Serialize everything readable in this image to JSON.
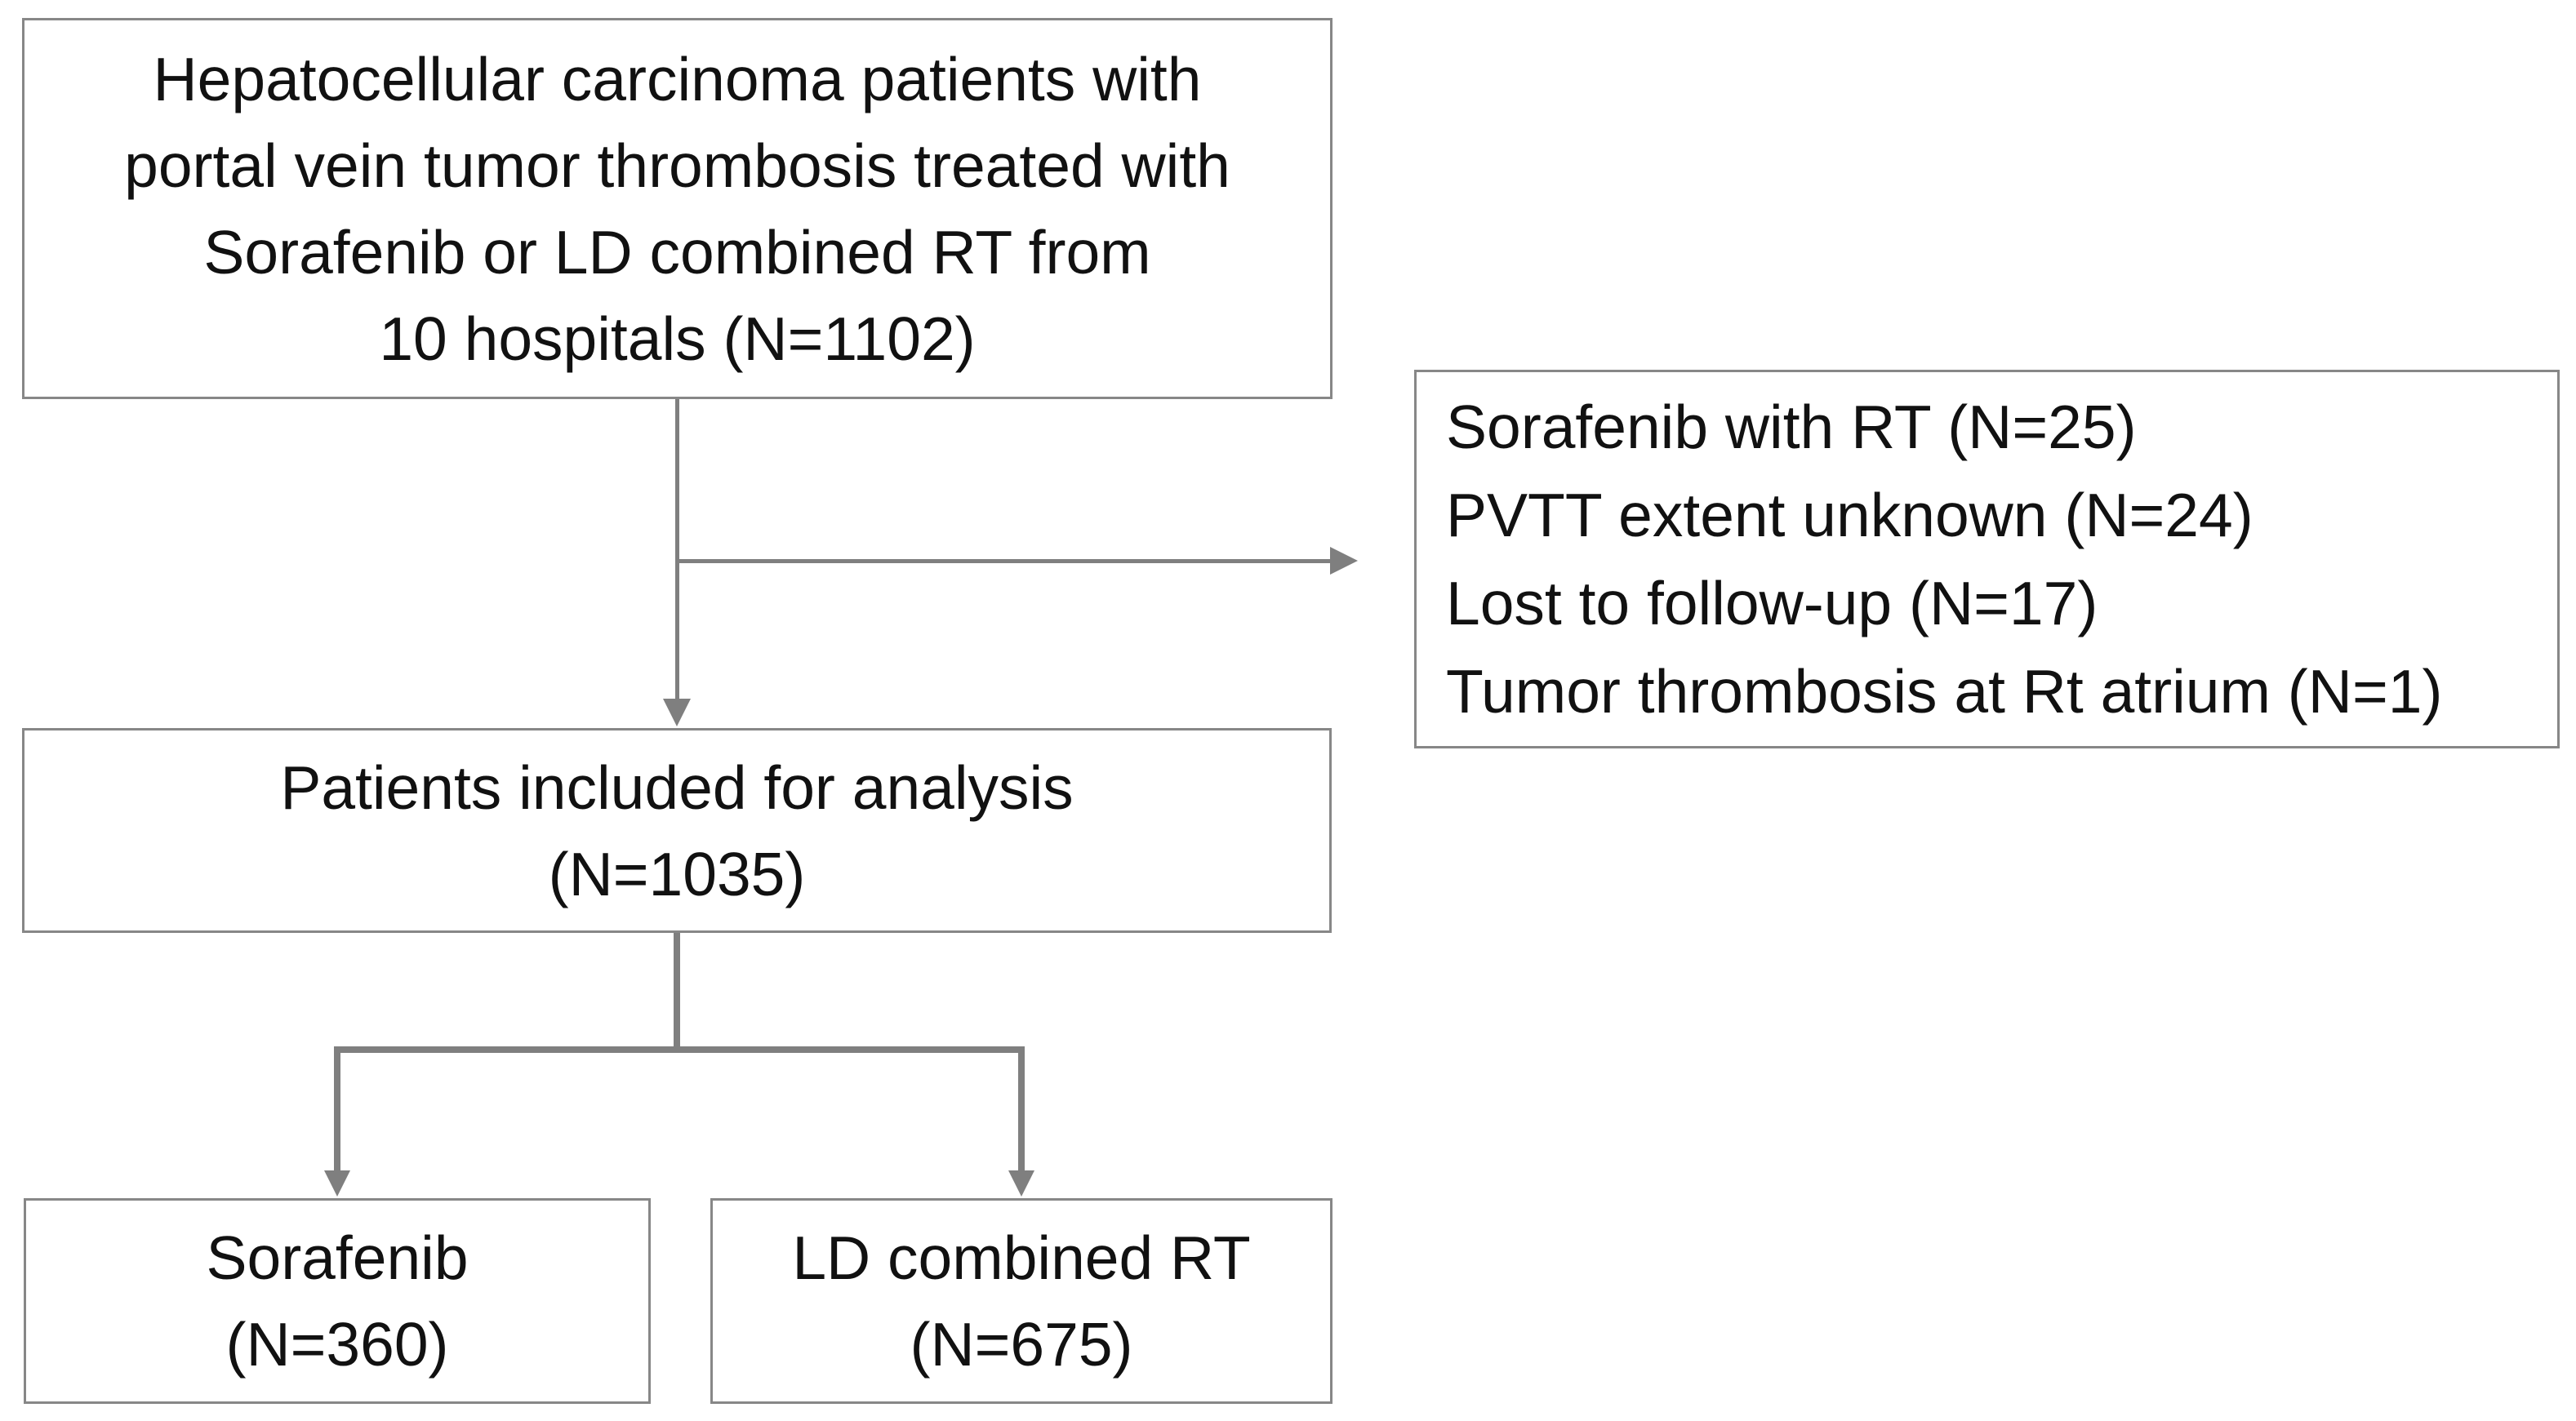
{
  "colors": {
    "background": "#ffffff",
    "box_border": "#878787",
    "connector": "#7f7f7f",
    "text": "#111111"
  },
  "boxes": {
    "source": {
      "lines": [
        "Hepatocellular carcinoma patients with",
        "portal vein tumor thrombosis treated with",
        "Sorafenib or LD combined RT from",
        "10 hospitals (N=1102)"
      ]
    },
    "excluded": {
      "lines": [
        "Sorafenib with RT (N=25)",
        "PVTT extent unknown (N=24)",
        "Lost to follow-up (N=17)",
        "Tumor thrombosis at Rt atrium (N=1)"
      ]
    },
    "included": {
      "lines": [
        "Patients included for analysis",
        "(N=1035)"
      ]
    },
    "sorafenib": {
      "lines": [
        "Sorafenib",
        "(N=360)"
      ]
    },
    "ld_rt": {
      "lines": [
        "LD combined RT",
        "(N=675)"
      ]
    }
  }
}
